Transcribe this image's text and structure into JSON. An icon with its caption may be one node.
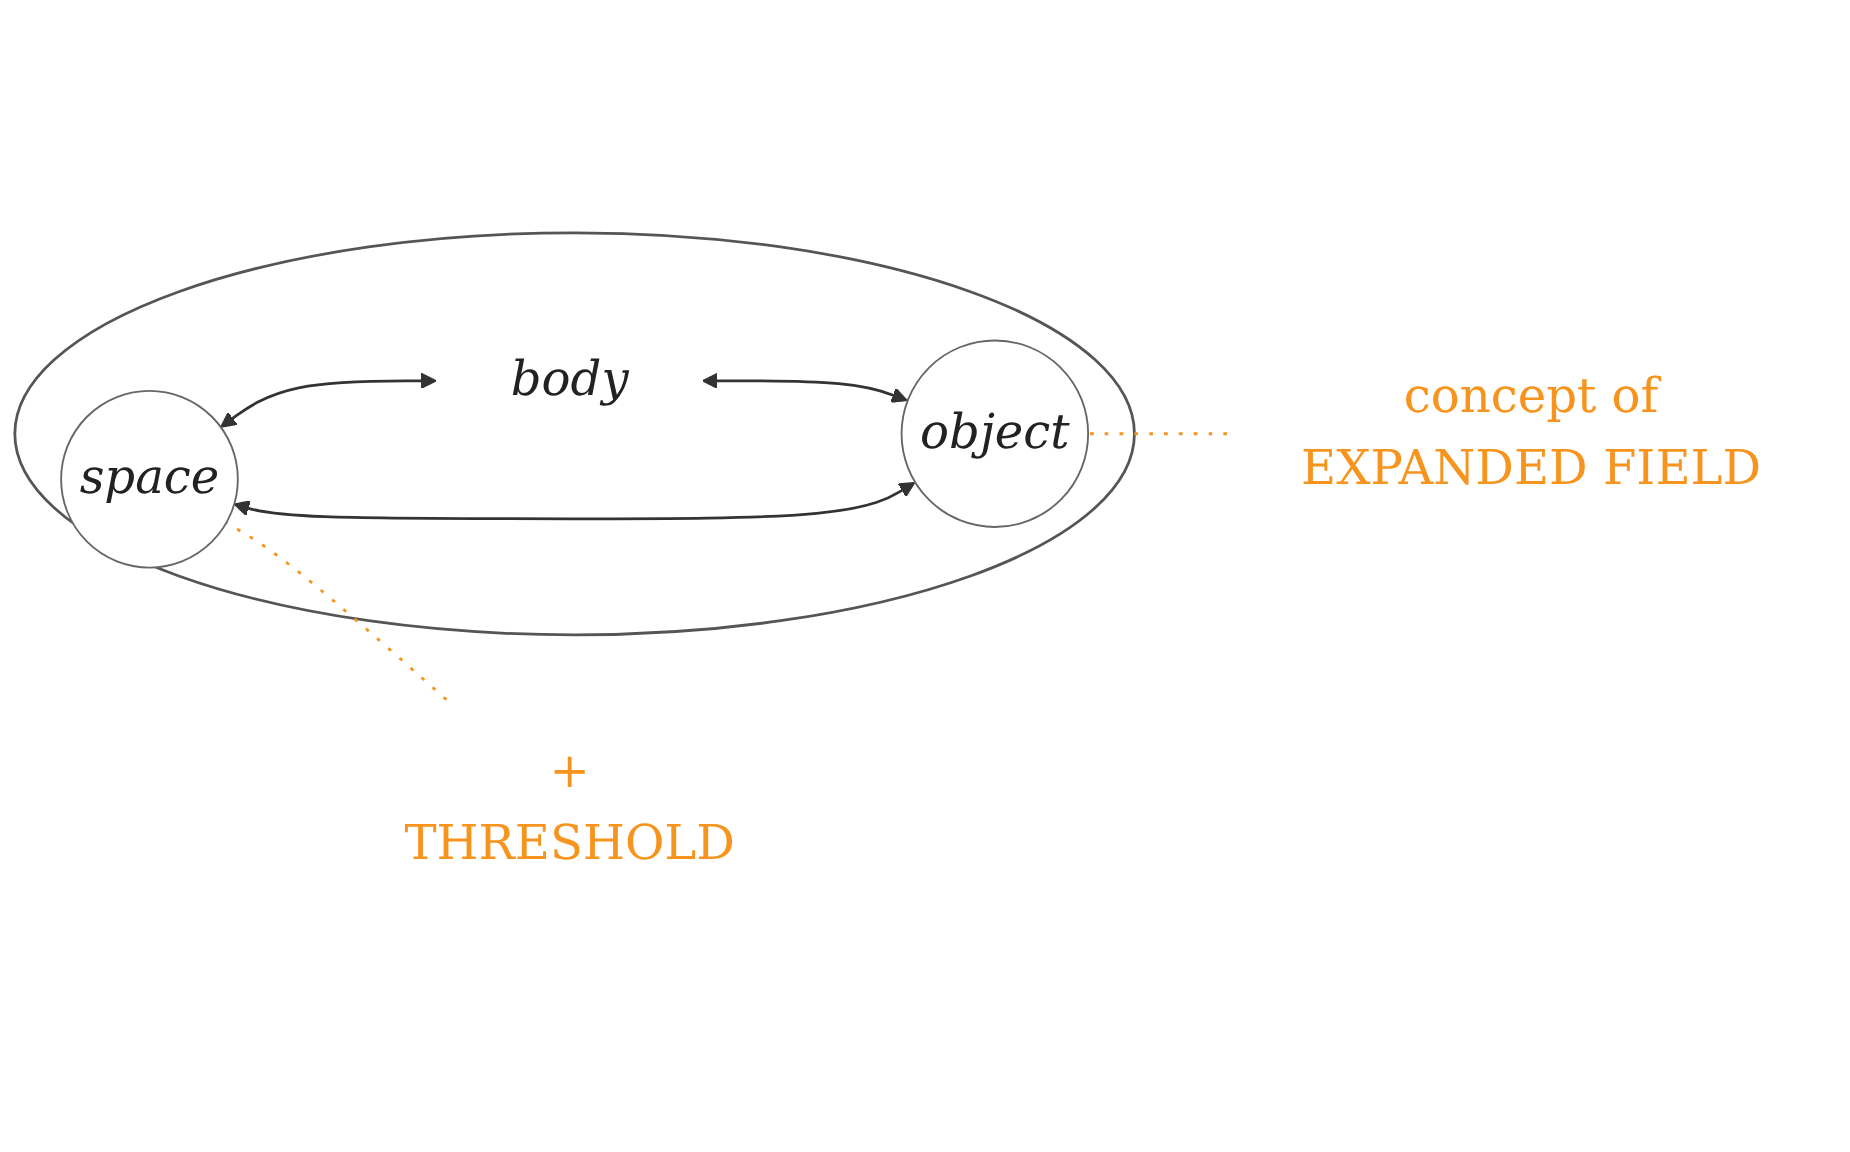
{
  "diagram": {
    "nodes": [
      {
        "text": [],
        "shape": "circle"
      },
      {
        "text": [
          "object"
        ],
        "in": 0
      },
      {
        "text": [
          "body"
        ],
        "in": 0
      },
      {
        "text": [
          "space"
        ],
        "in": 0
      },
      {
        "text": [
          "concept of",
          "EXPANDED FIELD"
        ]
      },
      {
        "text": [
          "+",
          "THRESHOLD"
        ]
      }
    ],
    "edges": [
      {
        "from": 1,
        "to": 2,
        "arrow": "both"
      },
      {
        "from": 2,
        "to": 3,
        "arrow": "both"
      },
      {
        "from": 1,
        "to": 3,
        "arrow": "both"
      },
      {
        "from": 4,
        "to": 1,
        "arrow": "none",
        "style": "dashed",
        "color": "#f7941d"
      },
      {
        "from": 5,
        "to": 3,
        "arrow": "none",
        "style": "dashed",
        "color": "#f7941d"
      }
    ]
  }
}
